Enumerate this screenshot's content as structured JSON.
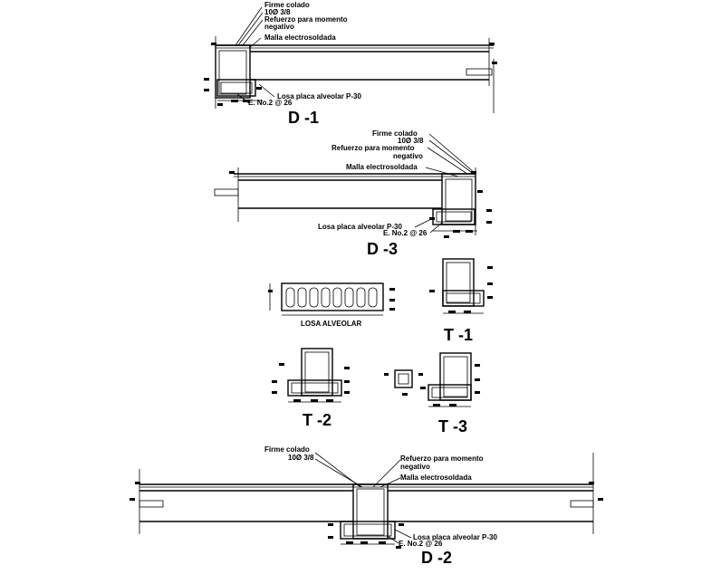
{
  "labels": {
    "firme_colado": "Firme colado",
    "varilla": "10Ø 3/8",
    "refuerzo_l1": "Refuerzo para momento",
    "refuerzo_l2": "negativo",
    "malla": "Malla electrosoldada",
    "losa_placa": "Losa placa alveolar P-30",
    "estribos": "E. No.2 @ 26",
    "losa_alveolar": "LOSA ALVEOLAR"
  },
  "titles": {
    "d1": "D -1",
    "d2": "D -2",
    "d3": "D -3",
    "t1": "T -1",
    "t2": "T -2",
    "t3": "T -3"
  }
}
